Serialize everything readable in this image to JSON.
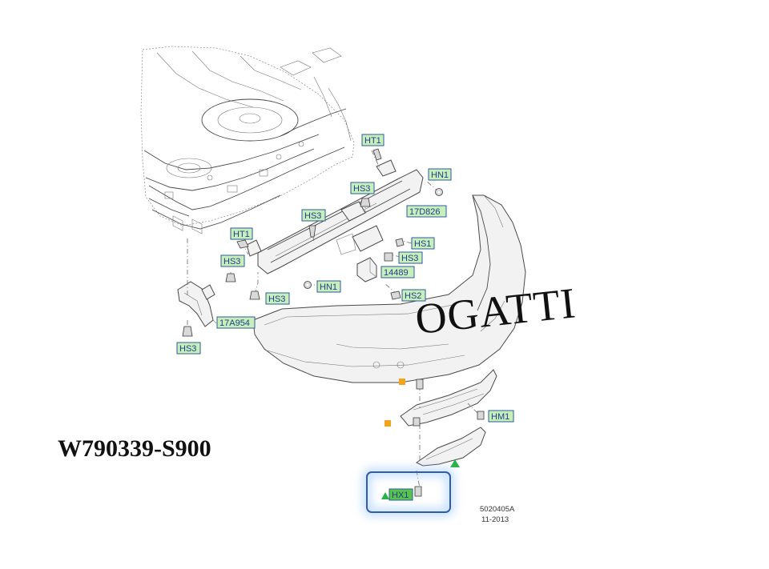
{
  "part_number": "W790339-S900",
  "watermark": "OGATTI",
  "diagram_ref": "5020405A",
  "diagram_date": "11-2013",
  "callouts": {
    "ht1_top": "HT1",
    "hn1_top": "HN1",
    "hs3_a": "HS3",
    "d826": "17D826",
    "hs3_b": "HS3",
    "ht1_left": "HT1",
    "hs1": "HS1",
    "hs3_c": "HS3",
    "hs3_d": "HS3",
    "p14489": "14489",
    "hn1_mid": "HN1",
    "hs3_e": "HS3",
    "hs2": "HS2",
    "a954": "17A954",
    "hs3_f": "HS3",
    "hm1": "HM1",
    "hx1": "HX1"
  },
  "colors": {
    "callout_fill": "#c8eebc",
    "callout_text": "#1e3f8a",
    "highlight_fill": "#59c44b",
    "focus_box": "#2f5da8",
    "marker_orange": "#f3a31c",
    "marker_green": "#27b34a"
  }
}
